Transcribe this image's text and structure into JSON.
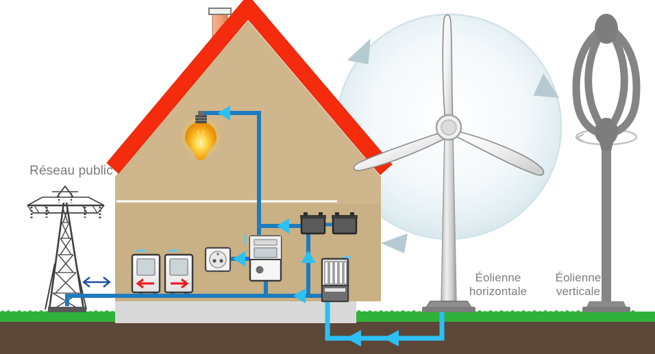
{
  "diagram": {
    "language": "fr",
    "topic": "Installation éolienne domestique raccordée au réseau",
    "labels": {
      "grid": "Réseau public",
      "turbine_horizontal": "Éolienne\nhorizontale",
      "turbine_vertical": "Éolienne\nverticale"
    },
    "colors": {
      "roof": "#f42c0d",
      "wall": "#cfb68c",
      "wall_shadow": "#c6ab7e",
      "foundation": "#d9d9d9",
      "grass": "#2eb134",
      "soil": "#5c4638",
      "wire_blue": "#1e7bbd",
      "wire_cyan": "#2cc0f4",
      "arrow_red": "#ef1c24",
      "arrow_navy": "#1c4f9c",
      "label_gray": "#7d7d7d",
      "metal_gray": "#8c8c8c",
      "wind_arrow": "#b3c8cf",
      "bulb_glow": "#f7c23a",
      "battery_body": "#555555",
      "chimney": "#f0a578",
      "sky": "#ffffff"
    },
    "components": [
      {
        "id": "pylon",
        "name": "Pylône électrique réseau public"
      },
      {
        "id": "meter-import",
        "name": "Compteur de consommation",
        "arrow": "left",
        "arrow_color": "#ef1c24"
      },
      {
        "id": "meter-export",
        "name": "Compteur de production",
        "arrow": "right",
        "arrow_color": "#ef1c24"
      },
      {
        "id": "grid-bidirectional-arrow",
        "name": "Flux bidirectionnel réseau"
      },
      {
        "id": "wall-socket",
        "name": "Prise de courant"
      },
      {
        "id": "inverter",
        "name": "Onduleur / régulateur"
      },
      {
        "id": "battery-1",
        "name": "Batterie 1"
      },
      {
        "id": "battery-2",
        "name": "Batterie 2"
      },
      {
        "id": "distribution-box",
        "name": "Coffret de distribution"
      },
      {
        "id": "light-bulb",
        "name": "Ampoule"
      },
      {
        "id": "turbine-horizontal",
        "name": "Éolienne à axe horizontal",
        "blades": 3
      },
      {
        "id": "turbine-vertical",
        "name": "Éolienne à axe vertical (Darrieus)"
      },
      {
        "id": "underground-cable",
        "name": "Câble enterré éolienne - maison"
      }
    ],
    "flows": [
      {
        "from": "turbine-horizontal",
        "to": "distribution-box",
        "path": "souterrain",
        "color": "#2cc0f4"
      },
      {
        "from": "distribution-box",
        "to": "inverter",
        "color": "#2cc0f4"
      },
      {
        "from": "distribution-box",
        "to": "battery-1",
        "color": "#1e7bbd"
      },
      {
        "from": "inverter",
        "to": "wall-socket",
        "color": "#2cc0f4"
      },
      {
        "from": "inverter",
        "to": "light-bulb",
        "color": "#2cc0f4"
      },
      {
        "from": "meter-import",
        "to": "pylon",
        "color": "#1e7bbd",
        "direction": "bidirectionnel"
      }
    ]
  }
}
